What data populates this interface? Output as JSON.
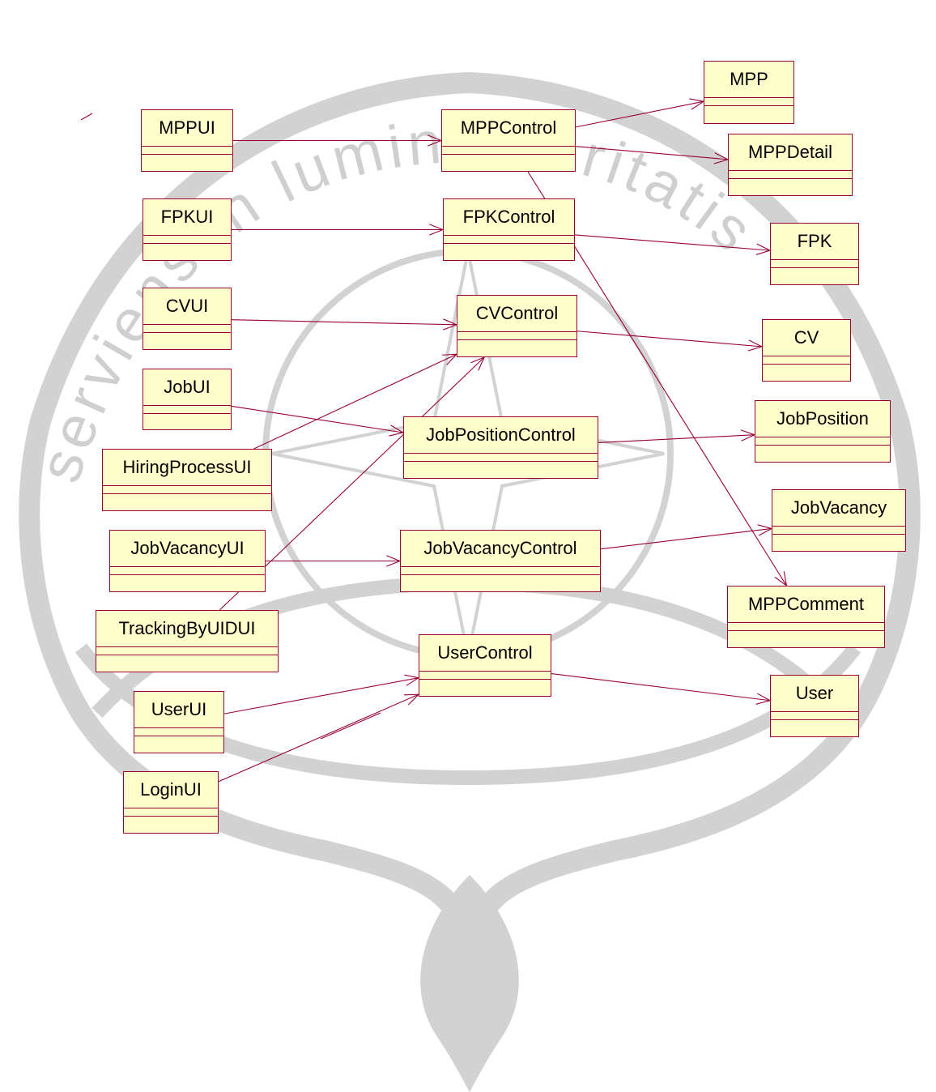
{
  "colors": {
    "class_fill": "#ffffcc",
    "class_border": "#990033",
    "line": "#990033",
    "watermark": "#c8c8c8"
  },
  "watermark": {
    "motto": "serviens in lumine veritatis"
  },
  "classes": {
    "mpp": "MPP",
    "mppui": "MPPUI",
    "mppcontrol": "MPPControl",
    "mppdetail": "MPPDetail",
    "fpkui": "FPKUI",
    "fpkcontrol": "FPKControl",
    "fpk": "FPK",
    "cvui": "CVUI",
    "cvcontrol": "CVControl",
    "cv": "CV",
    "jobui": "JobUI",
    "jobpositioncontrol": "JobPositionControl",
    "jobposition": "JobPosition",
    "hiringprocessui": "HiringProcessUI",
    "jobvacancyui": "JobVacancyUI",
    "jobvacancycontrol": "JobVacancyControl",
    "jobvacancy": "JobVacancy",
    "mppcomment": "MPPComment",
    "trackingbyuidui": "TrackingByUIDUI",
    "usercontrol": "UserControl",
    "userui": "UserUI",
    "user": "User",
    "loginui": "LoginUI"
  },
  "associations": [
    {
      "from": "mppui",
      "to": "mppcontrol"
    },
    {
      "from": "mppcontrol",
      "to": "mpp"
    },
    {
      "from": "mppcontrol",
      "to": "mppdetail"
    },
    {
      "from": "mppcontrol",
      "to": "mppcomment"
    },
    {
      "from": "fpkui",
      "to": "fpkcontrol"
    },
    {
      "from": "fpkcontrol",
      "to": "fpk"
    },
    {
      "from": "cvui",
      "to": "cvcontrol"
    },
    {
      "from": "cvcontrol",
      "to": "cv"
    },
    {
      "from": "jobui",
      "to": "jobpositioncontrol"
    },
    {
      "from": "hiringprocessui",
      "to": "cvcontrol"
    },
    {
      "from": "jobpositioncontrol",
      "to": "jobposition"
    },
    {
      "from": "jobvacancyui",
      "to": "jobvacancycontrol"
    },
    {
      "from": "jobvacancycontrol",
      "to": "jobvacancy"
    },
    {
      "from": "trackingbyuidui",
      "to": "cvcontrol"
    },
    {
      "from": "userui",
      "to": "usercontrol"
    },
    {
      "from": "loginui",
      "to": "usercontrol"
    },
    {
      "from": "usercontrol",
      "to": "user"
    }
  ]
}
